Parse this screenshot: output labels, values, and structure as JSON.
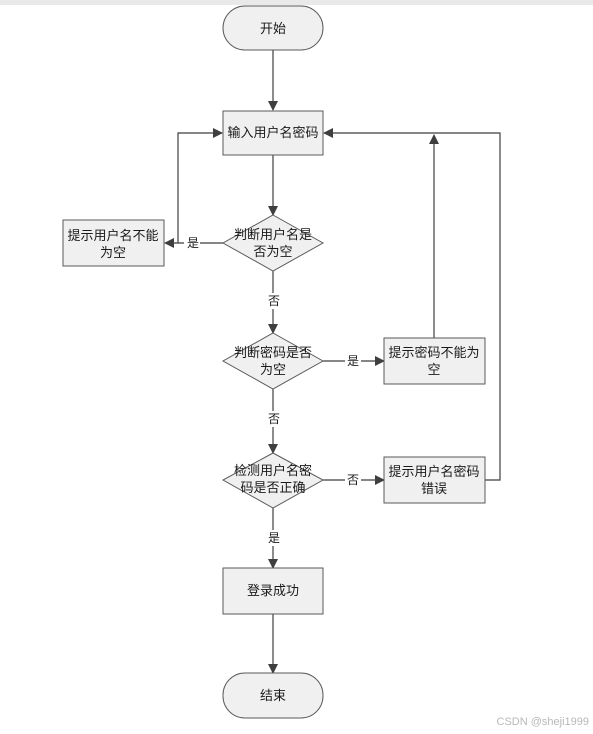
{
  "nodes": {
    "start": "开始",
    "input": "输入用户名密码",
    "check_user": [
      "判断用户名是",
      "否为空"
    ],
    "user_empty_tip": [
      "提示用户名不能",
      "为空"
    ],
    "check_pwd": [
      "判断密码是否",
      "为空"
    ],
    "pwd_empty_tip": [
      "提示密码不能为",
      "空"
    ],
    "verify": [
      "检测用户名密",
      "码是否正确"
    ],
    "error_tip": [
      "提示用户名密码",
      "错误"
    ],
    "success": "登录成功",
    "end": "结束"
  },
  "edge_labels": {
    "user_yes": "是",
    "user_no": "否",
    "pwd_yes": "是",
    "pwd_no": "否",
    "verify_no": "否",
    "verify_yes": "是"
  },
  "watermark": "CSDN @sheji1999",
  "colors": {
    "fill": "#f0f0f0",
    "stroke": "#5a5a5a",
    "line": "#3f3f3f"
  }
}
